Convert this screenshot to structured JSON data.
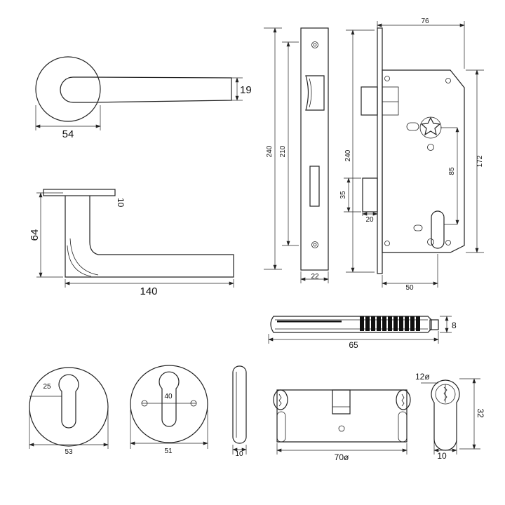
{
  "colors": {
    "ink": "#222222",
    "background": "#ffffff",
    "grip": "#111111"
  },
  "dims": {
    "rose_diameter": "54",
    "lever_thickness": "19",
    "lever_height": "64",
    "lever_length": "140",
    "rose_plate": "10",
    "faceplate_length": "240",
    "screw_centers": "210",
    "faceplate_width": "22",
    "case_length": "240",
    "case_depth": "76",
    "case_height": "172",
    "follower_to_key": "85",
    "latch_height": "35",
    "latch_projection": "20",
    "backset": "50",
    "spindle_length": "65",
    "spindle_square": "8",
    "escutcheon_a_diameter": "53",
    "escutcheon_a_hole": "25",
    "escutcheon_b_diameter": "51",
    "escutcheon_b_centers": "40",
    "escutcheon_thickness": "10",
    "cylinder_length": "70ø",
    "cylinder_diameter": "12ø",
    "cylinder_height": "32",
    "cylinder_width": "10"
  }
}
